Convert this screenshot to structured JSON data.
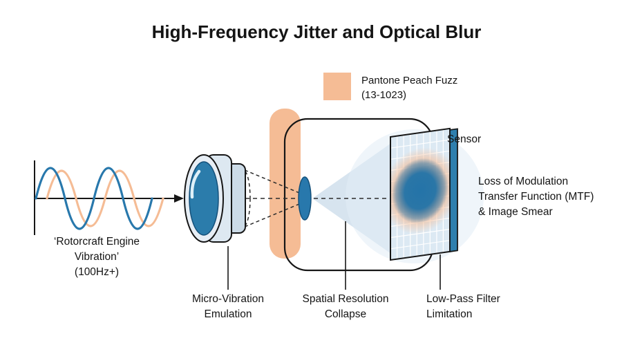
{
  "title": "High-Frequency Jitter and Optical Blur",
  "legend": {
    "color": "#F5BC95",
    "label": "Pantone Peach Fuzz\n(13-1023)"
  },
  "source": {
    "label": "‘Rotorcraft Engine\nVibration’\n(100Hz+)"
  },
  "sensor": {
    "label": "Sensor"
  },
  "effect": {
    "label": "Loss of Modulation\nTransfer Function (MTF)\n& Image Smear"
  },
  "callouts": [
    {
      "label": "Micro-Vibration\nEmulation"
    },
    {
      "label": "Spatial Resolution\nCollapse"
    },
    {
      "label": "Low-Pass Filter\nLimitation"
    }
  ],
  "colors": {
    "blue": "#2878AC",
    "peach": "#F5BC95",
    "light_blue": "#D7E4EF",
    "outline": "#161616"
  }
}
